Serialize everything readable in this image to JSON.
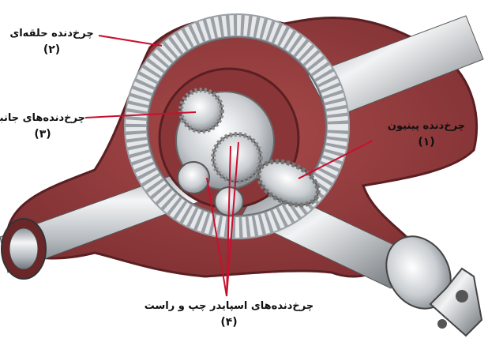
{
  "labels": [
    {
      "id": "ring",
      "text": "چرخ‌دنده حلقه‌ای",
      "number": "(۲)"
    },
    {
      "id": "side",
      "text": "چرخ‌دنده‌های جانبی",
      "number": "(۳)"
    },
    {
      "id": "pinion",
      "text": "چرخ‌دنده پینیون",
      "number": "(۱)"
    },
    {
      "id": "spider",
      "text": "چرخ‌دنده‌های اسپایدر چپ و راست",
      "number": "(۴)"
    }
  ],
  "colors": {
    "housing": "#8e3a3c",
    "housing_edge": "#5a1f22",
    "steel": "#c9ccd0",
    "leader": "#c8102e"
  }
}
